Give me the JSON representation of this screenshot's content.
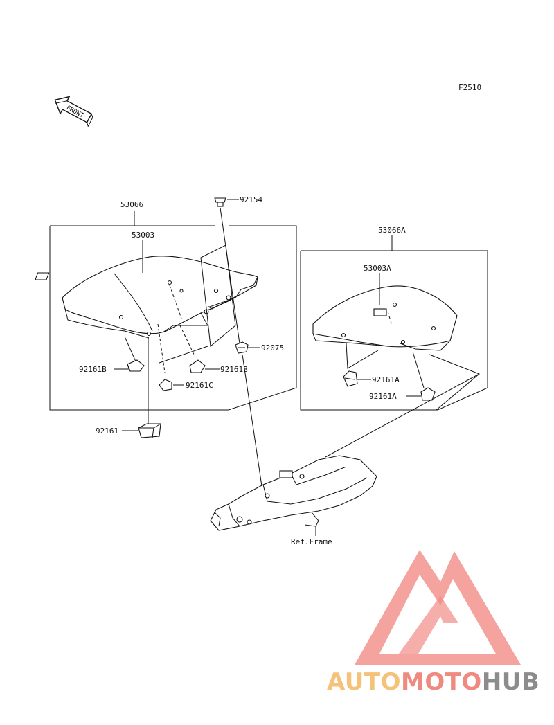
{
  "diagram_code": "F2510",
  "front_marker": "FRONT",
  "labels": {
    "p53066": "53066",
    "p53003": "53003",
    "p92154": "92154",
    "p53066A": "53066A",
    "p53003A": "53003A",
    "p92075": "92075",
    "p92161B_left": "92161B",
    "p92161B_right": "92161B",
    "p92161C": "92161C",
    "p92161A_1": "92161A",
    "p92161A_2": "92161A",
    "p92161": "92161",
    "ref_frame": "Ref.Frame"
  },
  "watermark": {
    "part1": "AUTO",
    "part2": "MOTO",
    "part3": "HUB",
    "color1": "#f5c27a",
    "color2": "#ef8a80",
    "color3": "#8c8c8c",
    "logo_color": "#f07870"
  }
}
